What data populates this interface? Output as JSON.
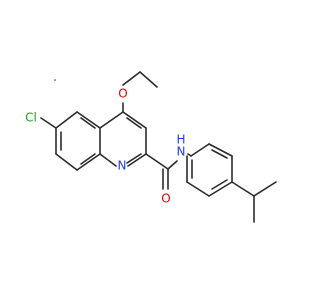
{
  "molecule": {
    "atoms": {
      "chlorine": {
        "label": "Cl",
        "color": "#1f9d1f"
      },
      "ethoxy_oxygen": {
        "label": "O",
        "color": "#e60000"
      },
      "ring_nitrogen": {
        "label": "N",
        "color": "#1f3cff"
      },
      "amide_nitrogen": {
        "label": "N",
        "color": "#1f3cff"
      },
      "amide_hydrogen": {
        "label": "H",
        "color": "#1f3cff"
      },
      "carbonyl_oxygen": {
        "label": "O",
        "color": "#e60000"
      }
    },
    "bond_color": "#2b2b2b",
    "background": "#ffffff"
  }
}
